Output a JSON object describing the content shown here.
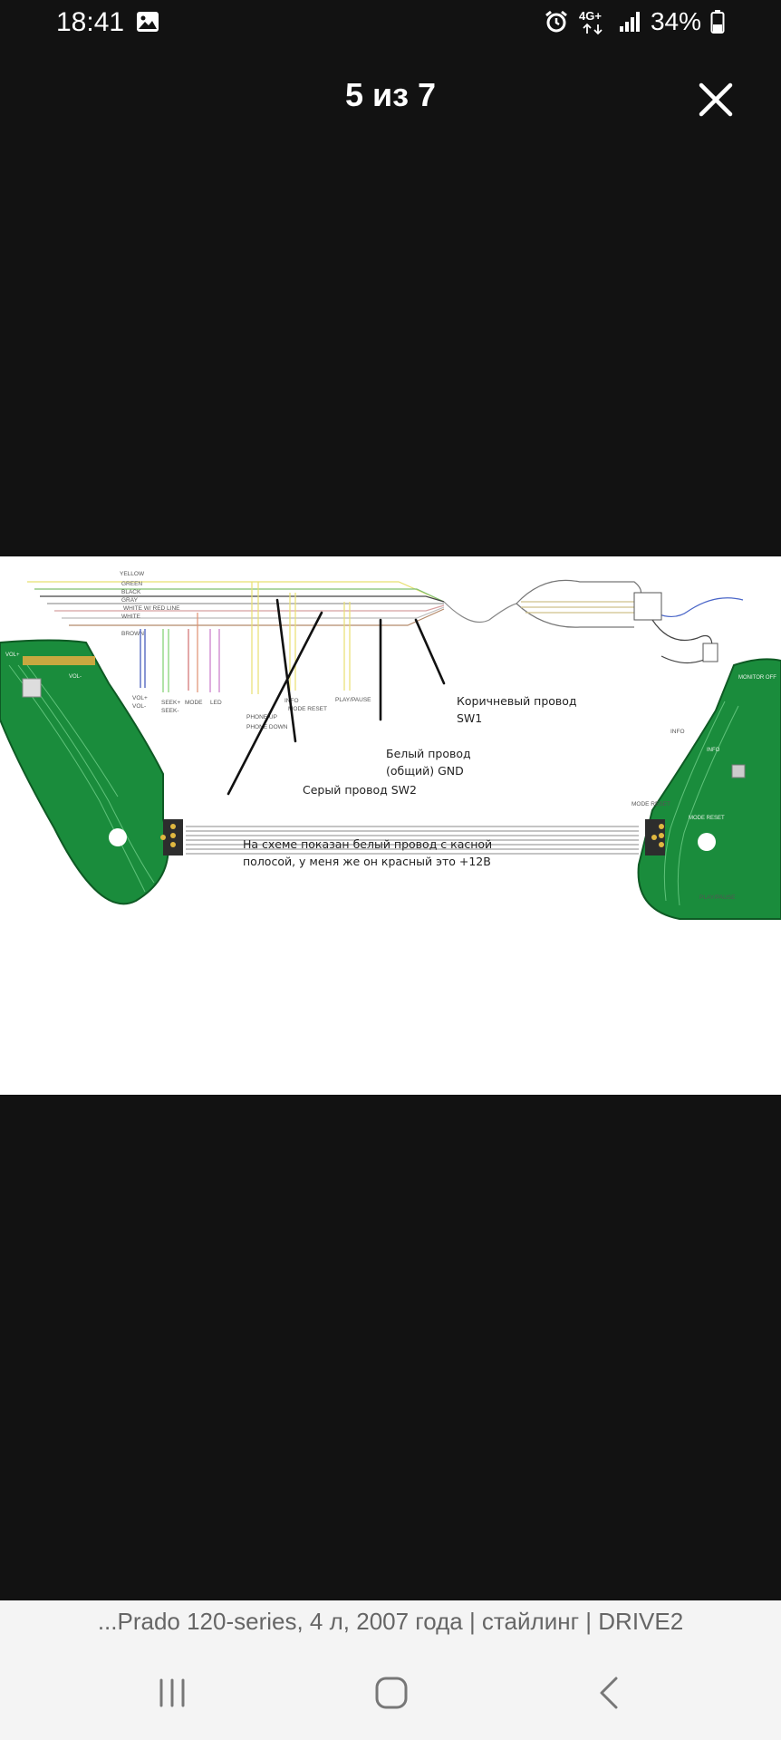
{
  "status_bar": {
    "time": "18:41",
    "network": "4G+",
    "battery": "34%",
    "icons": [
      "gallery-icon",
      "alarm-icon",
      "network-data-icon",
      "signal-icon",
      "battery-icon"
    ]
  },
  "viewer": {
    "counter": "5 из 7",
    "close_icon": "close-icon"
  },
  "image": {
    "wire_labels": [
      "YELLOW",
      "GREEN",
      "BLACK",
      "GRAY",
      "WHITE W/ RED LINE",
      "WHITE",
      "BROWN"
    ],
    "pin_labels": [
      "VOL+",
      "VOL-",
      "SEEK+",
      "SEEK-",
      "MODE",
      "LED",
      "PHONE UP",
      "PHONE DOWN",
      "INFO",
      "MODE RESET",
      "PLAY/PAUSE"
    ],
    "pcb_labels": [
      "VOL+",
      "VOL-",
      "INFO",
      "MODE RESET",
      "PLAY/PAUSE",
      "MONITOR OFF",
      "INFO",
      "MODE RESET"
    ],
    "annotations": {
      "brown_line1": "Коричневый провод",
      "brown_line2": "SW1",
      "white_line1": "Белый провод",
      "white_line2": "(общий) GND",
      "gray": "Серый провод SW2",
      "note_line1": "На схеме показан белый провод с касной",
      "note_line2": "полосой, у меня же он красный это +12В"
    }
  },
  "caption": "...Prado 120-series, 4 л, 2007 года | стайлинг | DRIVE2",
  "nav": {
    "recents": "recents-icon",
    "home": "home-icon",
    "back": "back-icon"
  }
}
